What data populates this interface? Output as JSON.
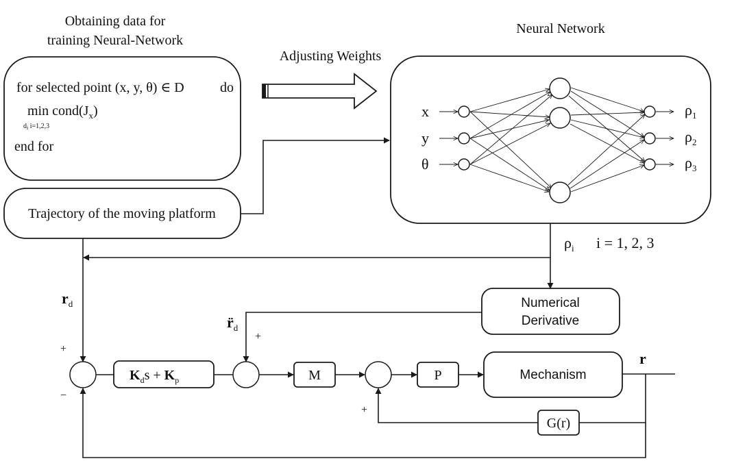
{
  "top_left_title": [
    "Obtaining data for",
    "training Neural-Network"
  ],
  "algorithm": {
    "line1": "for selected point (x, y, θ) ∈ D",
    "do": "do",
    "line2": "min cond(J",
    "line2_sub": "x",
    "line2_end": ")",
    "subscript": "d",
    "subscript_i": "i",
    "subscript_range": " i=1,2,3",
    "line3": "end for"
  },
  "adjusting_weights": "Adjusting Weights",
  "nn_title": "Neural Network",
  "nn_inputs": [
    "x",
    "y",
    "θ"
  ],
  "nn_outputs": [
    {
      "sym": "ρ",
      "sub": "1"
    },
    {
      "sym": "ρ",
      "sub": "2"
    },
    {
      "sym": "ρ",
      "sub": "3"
    }
  ],
  "trajectory": "Trajectory of the moving platform",
  "rho_label": {
    "sym": "ρ",
    "sub": "i",
    "range": "i = 1, 2, 3"
  },
  "r_d": {
    "sym": "r",
    "sub": "d"
  },
  "rdd": {
    "sym": "r̈",
    "sub": "d"
  },
  "plus": "+",
  "minus": "−",
  "numerical_derivative": [
    "Numerical",
    "Derivative"
  ],
  "controller": {
    "k1": "K",
    "k1_sub": "d",
    "s": "s + ",
    "k2": "K",
    "k2_sub": "p"
  },
  "m_block": "M",
  "p_block": "P",
  "mechanism": "Mechanism",
  "g_block": "G(r)",
  "r_out": "r"
}
